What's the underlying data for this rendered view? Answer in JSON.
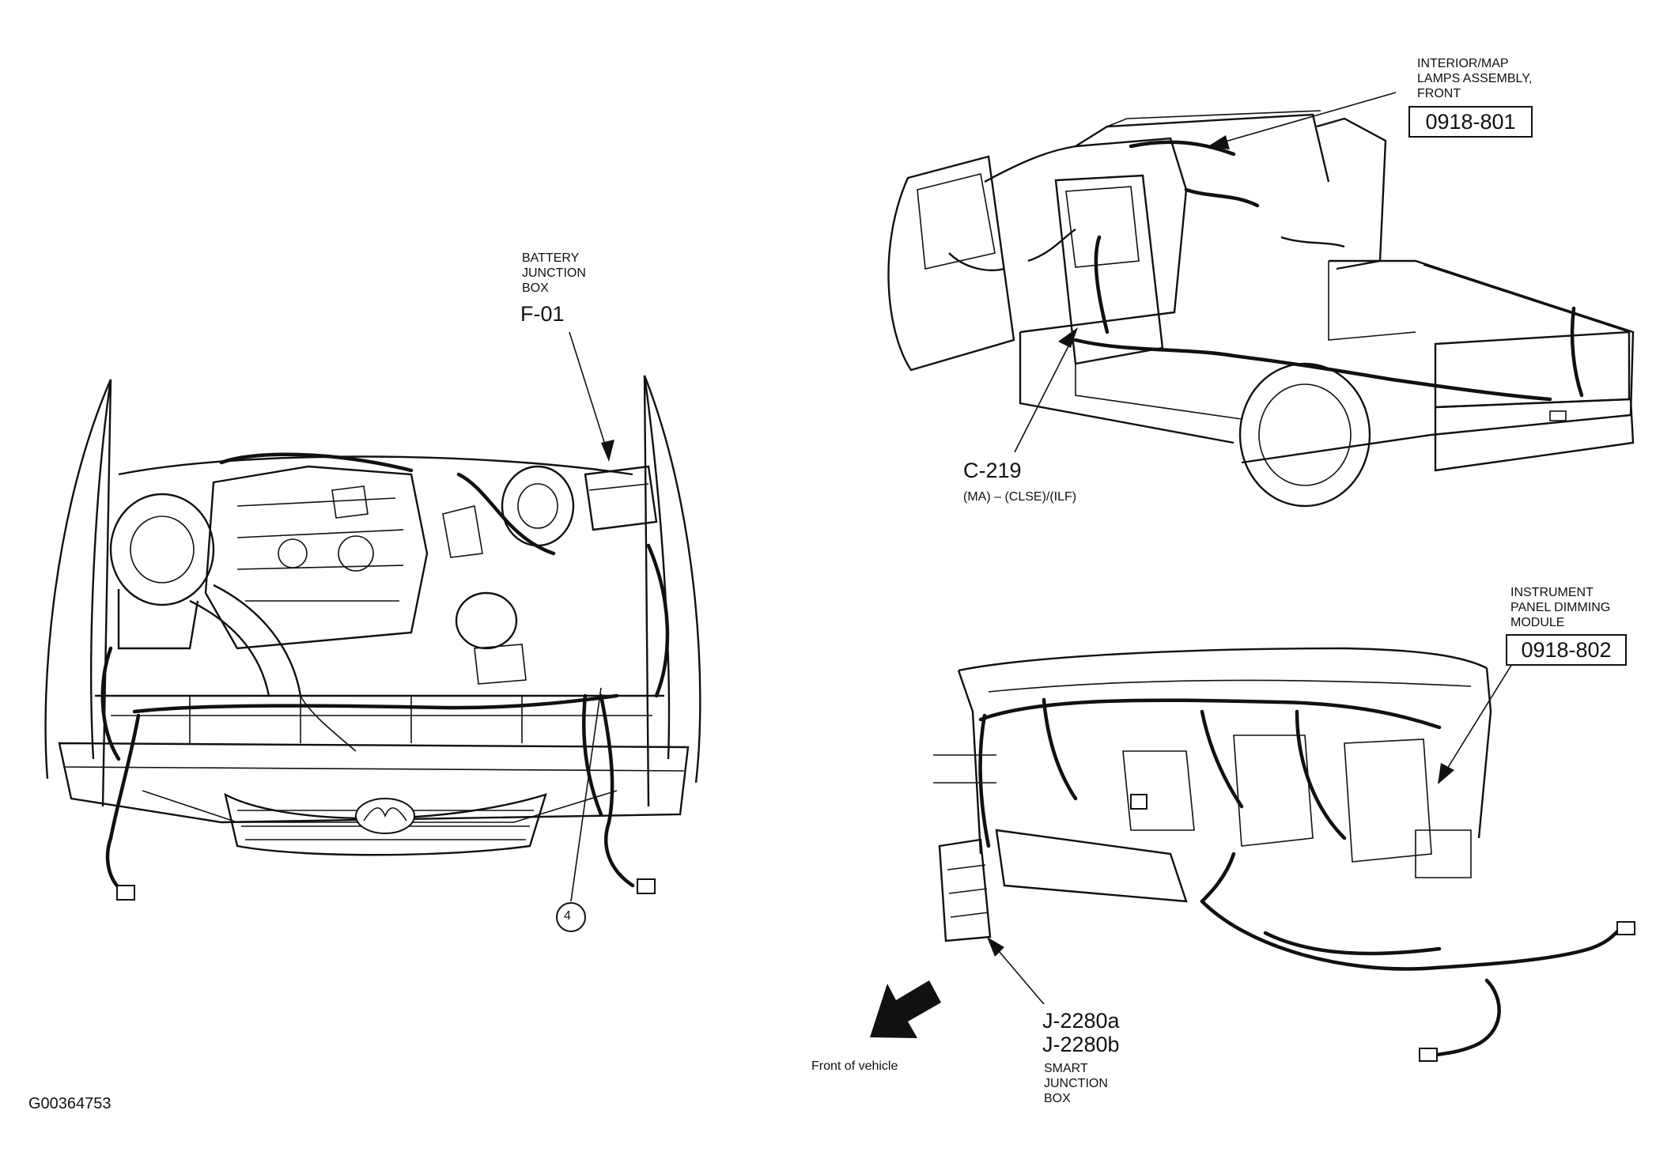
{
  "figure_id": "G00364753",
  "engine_view": {
    "battery_junction_box": {
      "line1": "BATTERY",
      "line2": "JUNCTION",
      "line3": "BOX",
      "code": "F-01"
    },
    "callout_number": "4"
  },
  "truck_view": {
    "map_lamps": {
      "line1": "INTERIOR/MAP",
      "line2": "LAMPS ASSEMBLY,",
      "line3": "FRONT",
      "code": "0918-801"
    },
    "connector": {
      "code": "C-219",
      "note": "(MA) – (CLSE)/(ILF)"
    }
  },
  "dash_view": {
    "dimming_module": {
      "line1": "INSTRUMENT",
      "line2": "PANEL DIMMING",
      "line3": "MODULE",
      "code": "0918-802"
    },
    "smart_junction_box": {
      "code_a": "J-2280a",
      "code_b": "J-2280b",
      "line1": "SMART",
      "line2": "JUNCTION",
      "line3": "BOX"
    },
    "direction_label": "Front of vehicle"
  },
  "icons": [
    "front-direction-arrow-icon",
    "mazda-logo-icon"
  ],
  "colors": {
    "ink": "#111111",
    "background": "#ffffff"
  }
}
